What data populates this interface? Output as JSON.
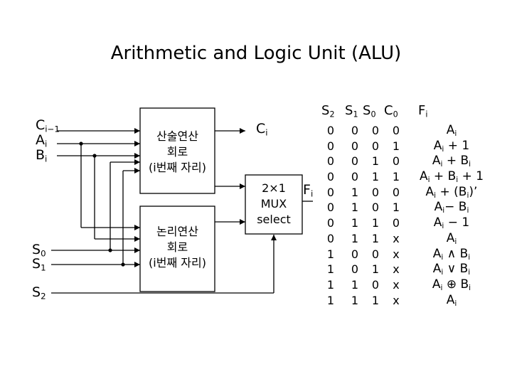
{
  "title": "Arithmetic and Logic Unit (ALU)",
  "inputs": {
    "c_prev": {
      "main": "C",
      "sub": "i−1"
    },
    "a": {
      "main": "A",
      "sub": "i"
    },
    "b": {
      "main": "B",
      "sub": "i"
    },
    "s0": {
      "main": "S",
      "sub": "0"
    },
    "s1": {
      "main": "S",
      "sub": "1"
    },
    "s2": {
      "main": "S",
      "sub": "2"
    }
  },
  "blocks": {
    "arith": [
      "산술연산",
      "회로",
      "(i번째 자리)"
    ],
    "logic": [
      "논리연산",
      "회로",
      "(i번째 자리)"
    ],
    "mux": [
      "2×1",
      "MUX",
      "select"
    ]
  },
  "signals": {
    "carry_out": {
      "main": "C",
      "sub": "i"
    },
    "output": {
      "main": "F",
      "sub": "i"
    }
  },
  "table": {
    "headers": [
      {
        "main": "S",
        "sub": "2"
      },
      {
        "main": "S",
        "sub": "1"
      },
      {
        "main": "S",
        "sub": "0"
      },
      {
        "main": "C",
        "sub": "0"
      },
      {
        "main": "F",
        "sub": "i"
      }
    ],
    "s2": [
      "0",
      "0",
      "0",
      "0",
      "0",
      "0",
      "0",
      "0",
      "1",
      "1",
      "1",
      "1"
    ],
    "s1": [
      "0",
      "0",
      "0",
      "0",
      "1",
      "1",
      "1",
      "1",
      "0",
      "0",
      "1",
      "1"
    ],
    "s0": [
      "0",
      "0",
      "1",
      "1",
      "0",
      "0",
      "1",
      "1",
      "0",
      "1",
      "0",
      "1"
    ],
    "c0": [
      "0",
      "1",
      "0",
      "1",
      "0",
      "1",
      "0",
      "x",
      "x",
      "x",
      "x",
      "x"
    ],
    "f": [
      [
        "A",
        "i",
        ""
      ],
      [
        "A",
        "i",
        " + 1"
      ],
      [
        "A",
        "i",
        " + B",
        "i",
        ""
      ],
      [
        "A",
        "i",
        " + B",
        "i",
        " + 1"
      ],
      [
        "A",
        "i",
        " + (B",
        "i",
        ")’"
      ],
      [
        "A",
        "i",
        "− B",
        "i",
        ""
      ],
      [
        "A",
        "i",
        " − 1"
      ],
      [
        "A",
        "i",
        ""
      ],
      [
        "A",
        "i",
        " ∧ B",
        "i",
        ""
      ],
      [
        "A",
        "i",
        " ∨ B",
        "i",
        ""
      ],
      [
        "A",
        "i",
        " ⊕ B",
        "i",
        ""
      ],
      [
        "A",
        "i",
        ""
      ]
    ]
  }
}
